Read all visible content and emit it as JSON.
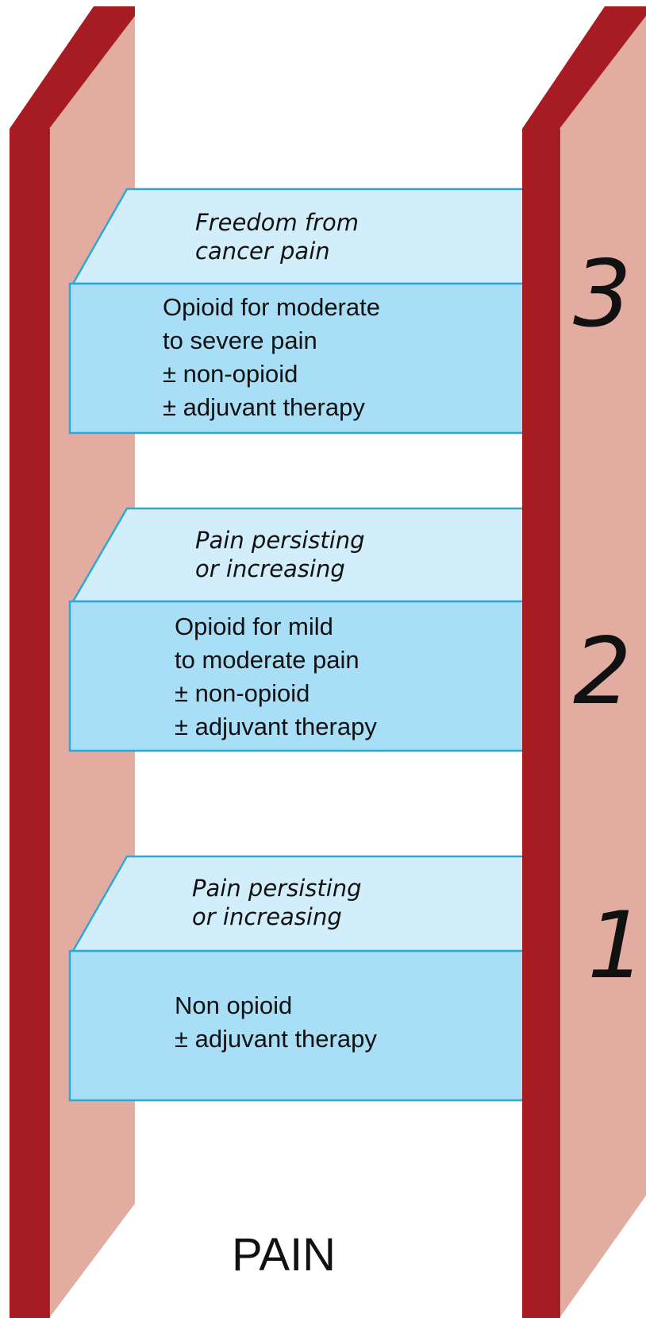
{
  "diagram": {
    "bottom_label": "PAIN",
    "colors": {
      "rail_front": "#a71b22",
      "rail_side": "#e2ada0",
      "rung_top": "#d3eefb",
      "rung_front": "#a8def6",
      "rung_outline": "#2ba7d8",
      "text": "#111111"
    },
    "steps": [
      {
        "number": "3",
        "heading": [
          "Freedom from",
          "cancer pain"
        ],
        "body": [
          "Opioid for moderate",
          "to severe pain",
          "± non-opioid",
          "± adjuvant therapy"
        ]
      },
      {
        "number": "2",
        "heading": [
          "Pain persisting",
          "or increasing"
        ],
        "body": [
          "Opioid for mild",
          "to moderate pain",
          "± non-opioid",
          "± adjuvant therapy"
        ]
      },
      {
        "number": "1",
        "heading": [
          "Pain persisting",
          "or increasing"
        ],
        "body": [
          "Non opioid",
          "± adjuvant therapy"
        ]
      }
    ]
  }
}
